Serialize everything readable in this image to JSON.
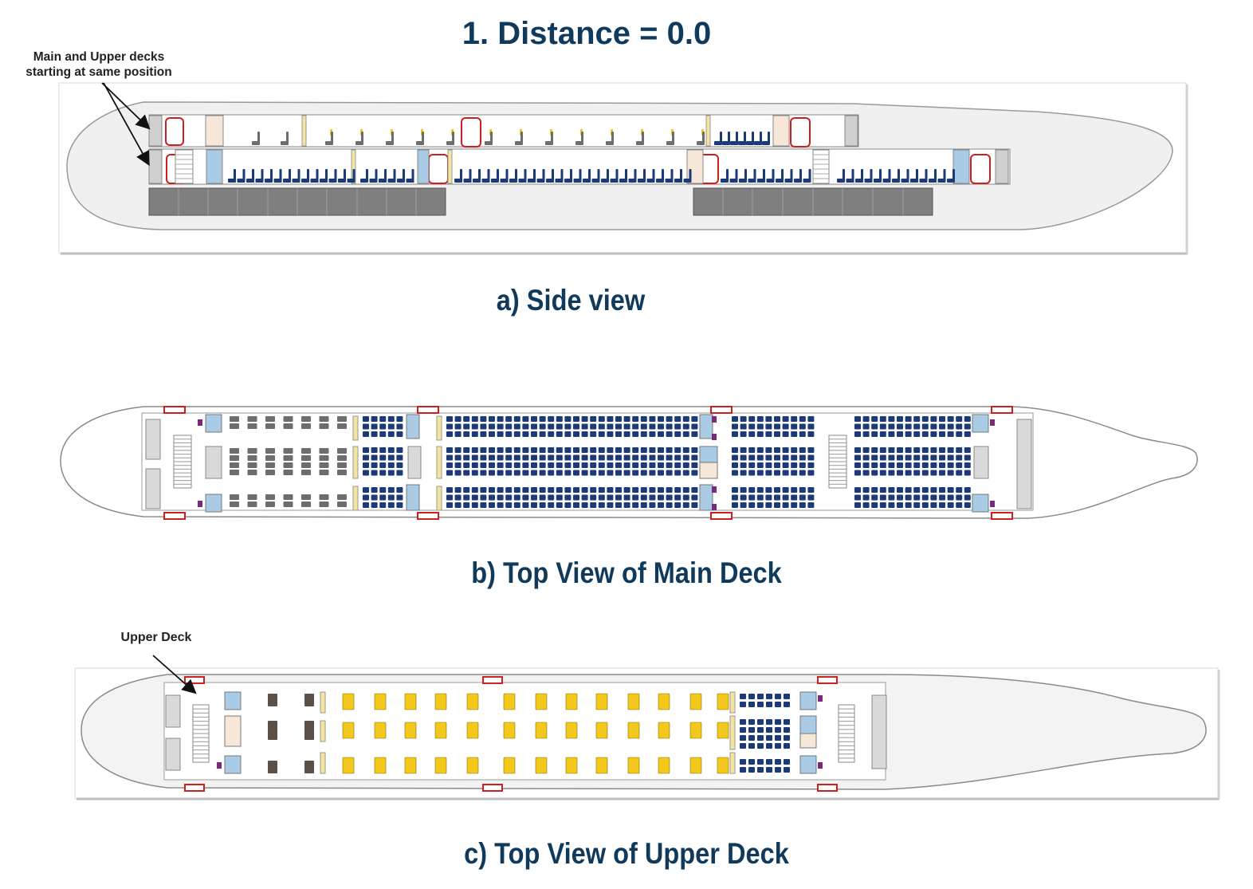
{
  "title": "1. Distance = 0.0",
  "annotations": {
    "decks_start": "Main  and Upper decks\nstarting at same position",
    "upper_deck": "Upper Deck"
  },
  "captions": {
    "side": "a) Side view",
    "main": "b) Top View of Main Deck",
    "upper": "c) Top View of Upper Deck"
  },
  "colors": {
    "caption": "#103a5c",
    "fuselage_fill": "#efefef",
    "door": "#cc1f1f",
    "galley": "#a9cbe6",
    "lavatory": "#f6e7d8",
    "economy_seat": "#1d3a78",
    "premium_seat": "#6d6d6d",
    "business_seat": "#f2c81c",
    "first_seat": "#5a5048",
    "cargo": "#7a7a7a"
  }
}
